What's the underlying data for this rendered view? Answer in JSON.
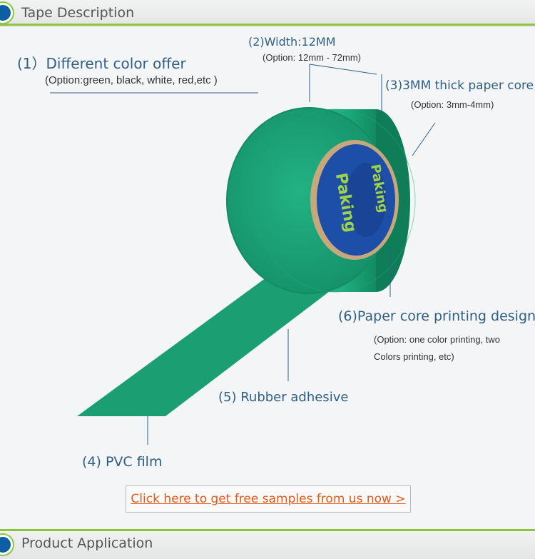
{
  "sections": {
    "tape_description": "Tape Description",
    "product_application": "Product Application"
  },
  "labels": {
    "color": {
      "title": "(1）Different color offer",
      "option": "(Option:green, black, white, red,etc )"
    },
    "width": {
      "title": "(2)Width:12MM",
      "option": "(Option: 12mm - 72mm)"
    },
    "core": {
      "title": "(3)3MM thick paper core",
      "option": "(Option: 3mm-4mm)"
    },
    "film": {
      "title": "(4) PVC film"
    },
    "adhesive": {
      "title": "(5) Rubber adhesive"
    },
    "printing": {
      "title": "(6)Paper core printing design",
      "option_line1": "(Option: one color printing, two",
      "option_line2": "Colors printing, etc)"
    }
  },
  "core_brand_text": "Paking",
  "cta": {
    "label": "Click here to get free samples from us now >"
  },
  "colors": {
    "tape_green": "#1ea67a",
    "core_blue": "#1e4fa8",
    "accent_green": "#8cc63e",
    "label_blue": "#2f5f83",
    "link_orange": "#e05a1c"
  }
}
